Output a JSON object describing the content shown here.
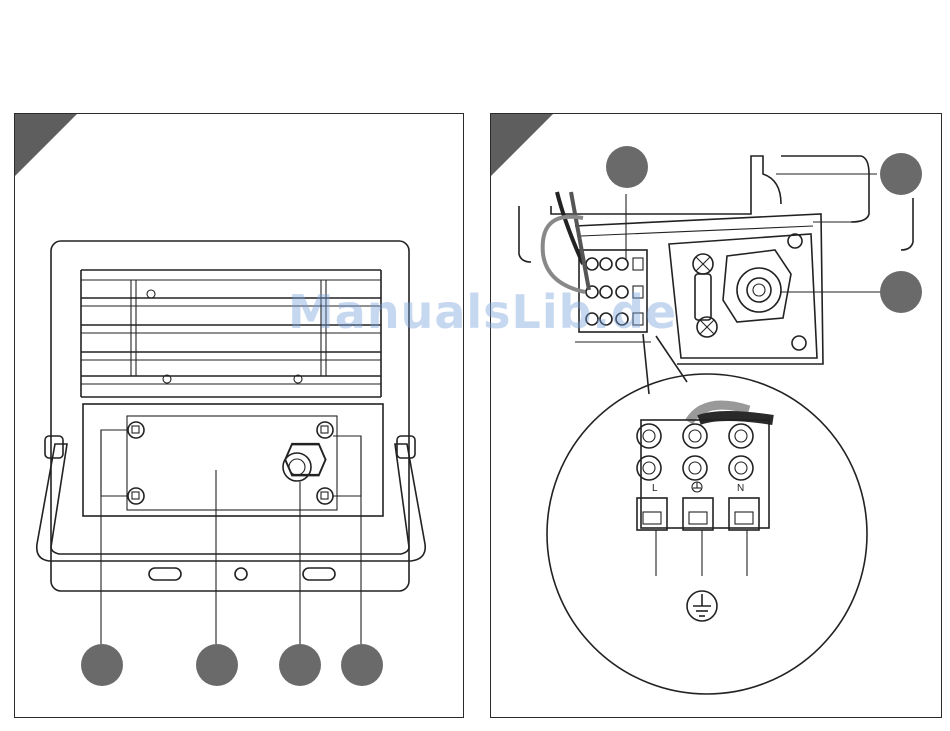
{
  "watermark": "ManualsLib.de",
  "colors": {
    "badge": "#6a6a6a",
    "corner": "#5e5e5e",
    "stroke": "#222222",
    "watermark": "#78a0dc"
  },
  "icons": [
    "screw-icon",
    "earth-ground-symbol-icon",
    "cable-gland-icon"
  ],
  "left_panel": {
    "callouts": 4
  },
  "right_panel": {
    "callouts": 3,
    "terminal_labels": [
      "L",
      "N"
    ]
  }
}
